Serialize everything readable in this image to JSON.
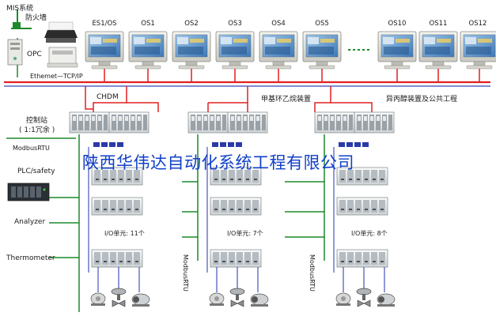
{
  "top": {
    "mis": "MIS系统",
    "firewall": "防火墙",
    "opc": "OPC",
    "ethernet": "Ethemet—TCP/IP"
  },
  "operator_stations": [
    "ES1/OS",
    "OS1",
    "OS2",
    "OS3",
    "OS4",
    "OS5",
    "OS10",
    "OS11",
    "OS12"
  ],
  "network_labels": {
    "chdm": "CHDM",
    "plant_a": "甲基环乙烷装置",
    "plant_b": "异丙醇装置及公共工程"
  },
  "left_labels": {
    "control_station": "控制站",
    "redundancy": "( 1:1冗余 )",
    "modbus": "ModbusRTU",
    "plc": "PLC/safety",
    "analyzer": "Analyzer",
    "thermometer": "Thermometer"
  },
  "io_labels": [
    "I/O单元: 11个",
    "I/O单元: 7个",
    "I/O单元: 8个"
  ],
  "vertical_labels": [
    "ModbusRTU",
    "ModbusRTU"
  ],
  "watermark": "陕西华伟达自动化系统工程有限公司",
  "colors": {
    "red_bus": "#e02020",
    "green_bus": "#1c8a2a",
    "blue_line": "#2030b0",
    "watermark": "#1040c8"
  }
}
